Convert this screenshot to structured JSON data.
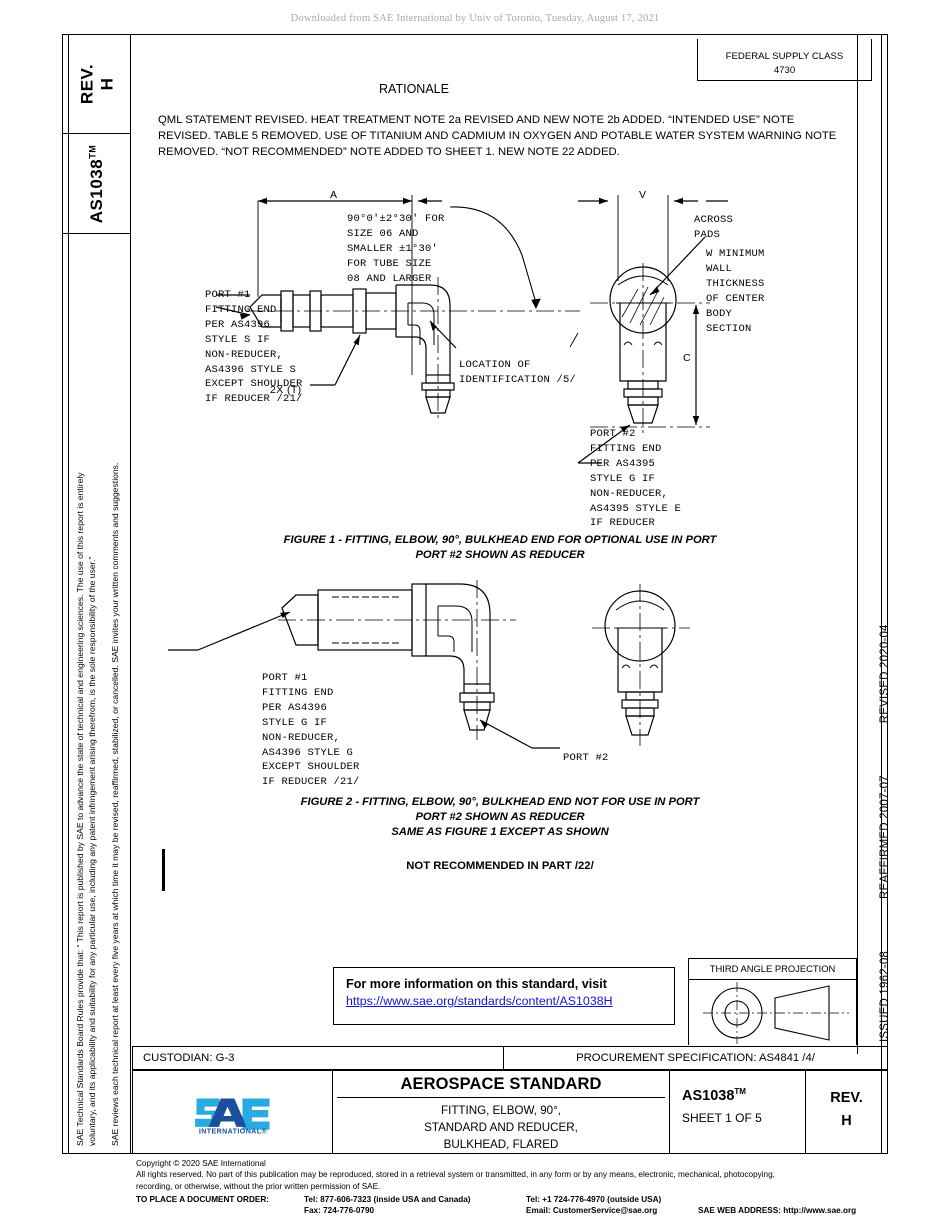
{
  "banner": "Downloaded from SAE International by Univ of Toronto, Tuesday, August 17, 2021",
  "sidebar_left": {
    "rev_label": "REV.",
    "rev_value": "H",
    "standard_number": "AS1038",
    "standard_tm": "TM",
    "disclaimer_line_a": "SAE Technical Standards Board Rules provide that: “ This report is published by SAE to advance the state of technical and engineering sciences. The use of this report is entirely",
    "disclaimer_line_b": "voluntary, and its applicability and suitability for any particular use, including any patent infringement arising therefrom, is the sole responsibility of the user.”",
    "disclaimer_line_c": "SAE reviews each technical report at least every five years at which time it may be revised, reaffirmed, stabilized, or cancelled. SAE invites your written comments and suggestions."
  },
  "sidebar_right": {
    "issued": "ISSUED 1962-08",
    "reaffirmed": "REAFFIRMED 2007-07",
    "revised": "REVISED 2020-04"
  },
  "federal_supply_class": {
    "label": "FEDERAL SUPPLY CLASS",
    "value": "4730"
  },
  "rationale": {
    "title": "RATIONALE",
    "body": "QML STATEMENT REVISED. HEAT TREATMENT NOTE 2a REVISED AND NEW NOTE 2b ADDED. “INTENDED USE” NOTE REVISED. TABLE 5 REMOVED. USE OF TITANIUM AND CADMIUM IN OXYGEN AND POTABLE WATER SYSTEM WARNING NOTE REMOVED. “NOT RECOMMENDED” NOTE ADDED TO SHEET 1. NEW NOTE 22 ADDED."
  },
  "figure1": {
    "dim_a": "A",
    "dim_v": "V",
    "dim_c": "C",
    "dim_2x_t": "2X  (T)",
    "angle_note": "90°0'±2°30' FOR\nSIZE 06 AND\nSMALLER ±1°30'\nFOR TUBE SIZE\n08 AND LARGER",
    "angle_note_lines": [
      "90°0'±2°30' FOR",
      "SIZE 06 AND",
      "SMALLER ±1°30'",
      "FOR TUBE SIZE",
      "08 AND LARGER"
    ],
    "port1_lines": [
      "PORT #1",
      "FITTING END",
      "PER AS4396",
      "STYLE S IF",
      "NON-REDUCER,",
      "AS4396 STYLE S",
      "EXCEPT SHOULDER",
      "IF REDUCER /21/"
    ],
    "ident_lines": [
      "LOCATION OF",
      "IDENTIFICATION /5/"
    ],
    "across_pads_lines": [
      "ACROSS",
      "PADS"
    ],
    "wall_lines": [
      "W MINIMUM",
      "WALL",
      "THICKNESS",
      "OF CENTER",
      "BODY",
      "SECTION"
    ],
    "port2_lines": [
      "PORT #2",
      "FITTING END",
      "PER AS4395",
      "STYLE G IF",
      "NON-REDUCER,",
      "AS4395 STYLE E",
      "IF REDUCER"
    ],
    "caption_line1": "FIGURE 1 - FITTING, ELBOW, 90°, BULKHEAD END FOR OPTIONAL USE IN PORT",
    "caption_line2": "PORT #2 SHOWN AS REDUCER"
  },
  "figure2": {
    "port1_lines": [
      "PORT #1",
      "FITTING END",
      "PER AS4396",
      "STYLE G IF",
      "NON-REDUCER,",
      "AS4396 STYLE G",
      "EXCEPT SHOULDER",
      "IF REDUCER /21/"
    ],
    "port2_label": "PORT #2",
    "caption_line1": "FIGURE 2 - FITTING, ELBOW, 90°, BULKHEAD END NOT FOR USE IN PORT",
    "caption_line2": "PORT #2 SHOWN AS REDUCER",
    "caption_line3": "SAME AS FIGURE 1 EXCEPT AS SHOWN",
    "not_recommended": "NOT RECOMMENDED IN PART /22/"
  },
  "info_box": {
    "line1": "For more information on this standard, visit",
    "link": "https://www.sae.org/standards/content/AS1038H",
    "link_color": "#1414d2"
  },
  "third_angle": {
    "label": "THIRD ANGLE PROJECTION"
  },
  "custodian": "CUSTODIAN: G-3",
  "procurement": "PROCUREMENT SPECIFICATION: AS4841 /4/",
  "title_block": {
    "logo_text": "SAE",
    "logo_sub": "INTERNATIONAL®",
    "logo_color_light": "#29ABE2",
    "logo_color_dark": "#1B4F9C",
    "title": "AEROSPACE STANDARD",
    "subtitle_line1": "FITTING, ELBOW, 90°,",
    "subtitle_line2": "STANDARD AND REDUCER,",
    "subtitle_line3": "BULKHEAD, FLARED",
    "number": "AS1038",
    "number_tm": "TM",
    "sheet": "SHEET 1 OF 5",
    "rev_label": "REV.",
    "rev_value": "H"
  },
  "footer": {
    "copyright": "Copyright © 2020 SAE International",
    "rights_line1": "All rights reserved. No part of this publication may be reproduced, stored in a retrieval system or transmitted, in any form or by any means, electronic, mechanical, photocopying,",
    "rights_line2": "recording, or otherwise, without the prior written permission of SAE.",
    "order_label": "TO PLACE A DOCUMENT ORDER:",
    "tel_inside": "Tel: 877-606-7323 (inside USA and Canada)",
    "fax": "Fax: 724-776-0790",
    "tel_outside": "Tel: +1 724-776-4970 (outside USA)",
    "email": "Email: CustomerService@sae.org",
    "web": "SAE WEB ADDRESS: http://www.sae.org"
  }
}
